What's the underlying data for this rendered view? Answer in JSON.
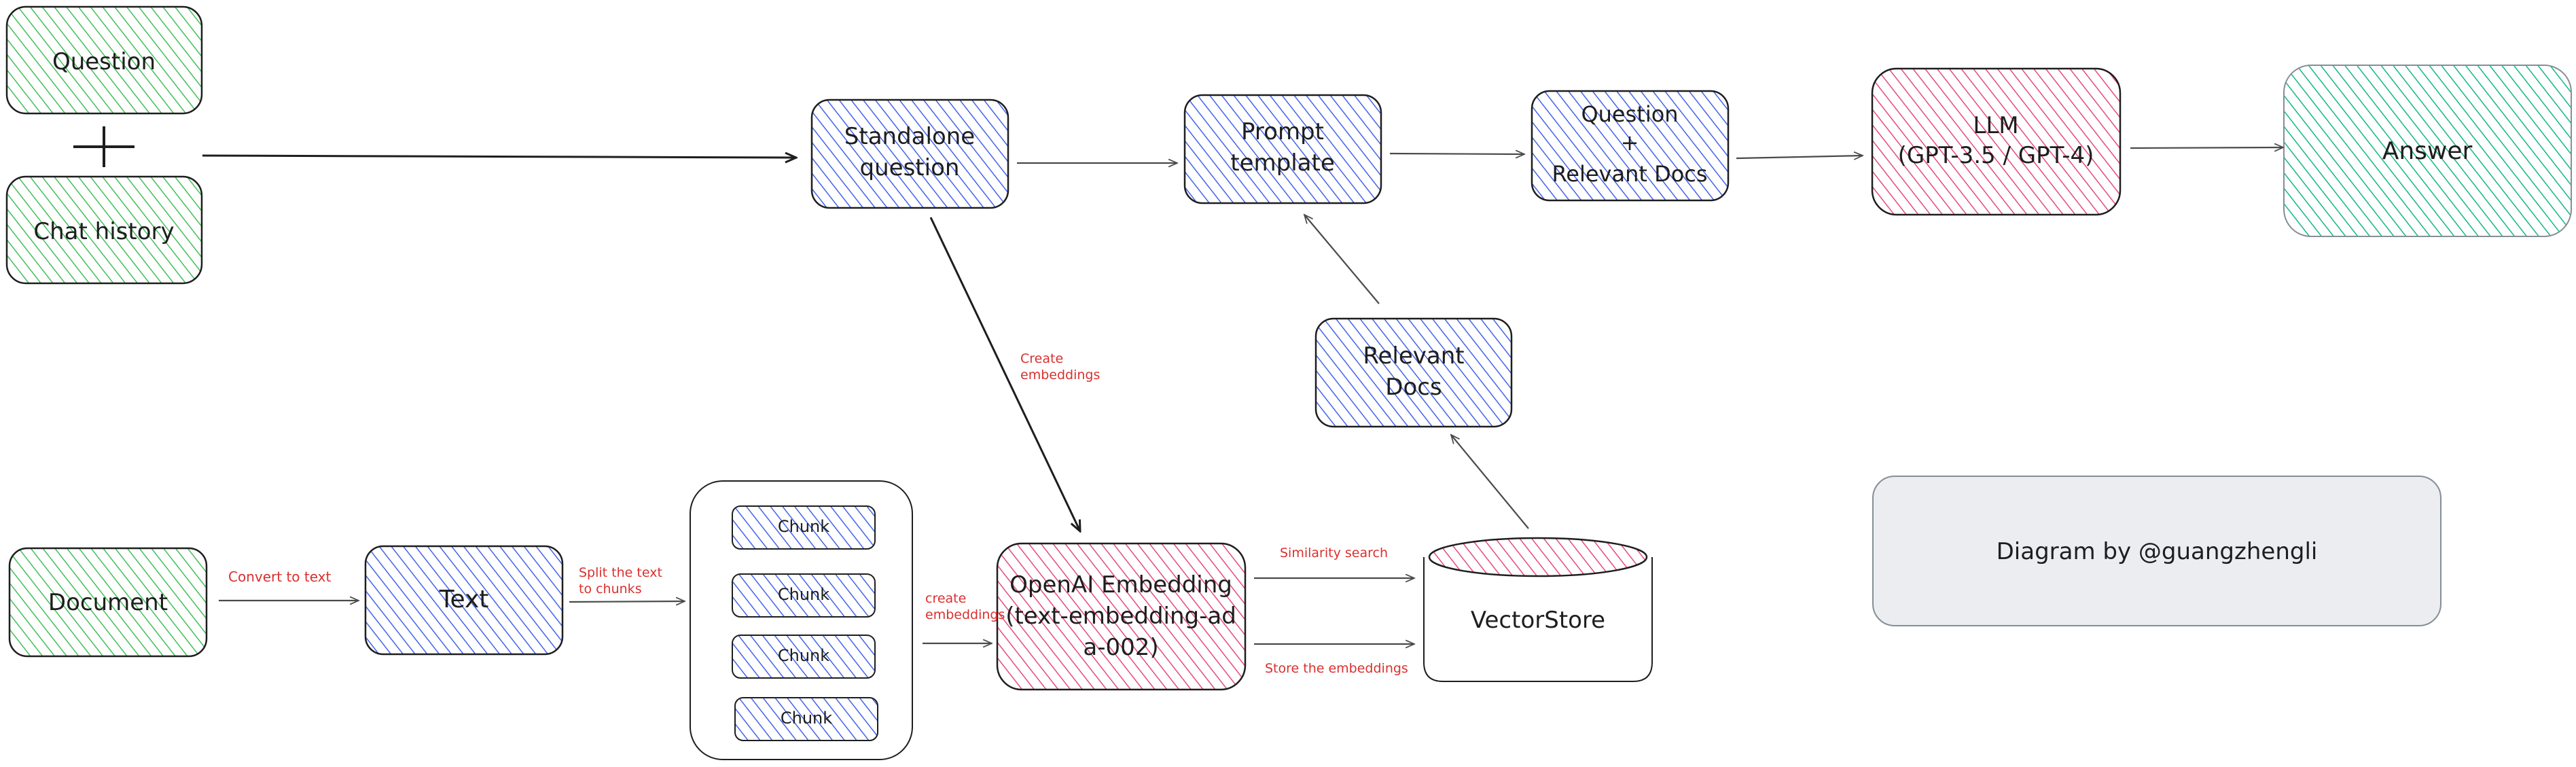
{
  "diagram": {
    "colors": {
      "green": "#b2f2bb",
      "blue": "#a5b4fc",
      "pink": "#f9a8c6",
      "teal": "#96e2c7",
      "gray": "#e9ecef",
      "stroke": "#1e1e1e",
      "annotation": "#d9302f",
      "arrow": "#4a4a4a"
    },
    "nodes": {
      "question": "Question",
      "plus": "+",
      "chat_history": "Chat history",
      "standalone_question": [
        "Standalone",
        "question"
      ],
      "prompt_template": [
        "Prompt",
        "template"
      ],
      "question_docs": [
        "Question",
        "+",
        "Relevant Docs"
      ],
      "llm": [
        "LLM",
        "(GPT-3.5 / GPT-4)"
      ],
      "answer": "Answer",
      "relevant_docs": [
        "Relevant",
        "Docs"
      ],
      "document": "Document",
      "text": "Text",
      "chunks": [
        "Chunk",
        "Chunk",
        "Chunk",
        "Chunk"
      ],
      "embedding": [
        "OpenAI Embedding",
        "(text-embedding-ad",
        "a-002)"
      ],
      "vectorstore": "VectorStore",
      "credit": "Diagram by @guangzhengli"
    },
    "annotations": {
      "create_embeddings_top": [
        "Create",
        "embeddings"
      ],
      "convert_to_text": "Convert to text",
      "split_text": [
        "Split the text",
        "to chunks"
      ],
      "create_embeddings_bottom": [
        "create",
        "embeddings"
      ],
      "similarity_search": "Similarity search",
      "store_embeddings": "Store the embeddings"
    }
  }
}
